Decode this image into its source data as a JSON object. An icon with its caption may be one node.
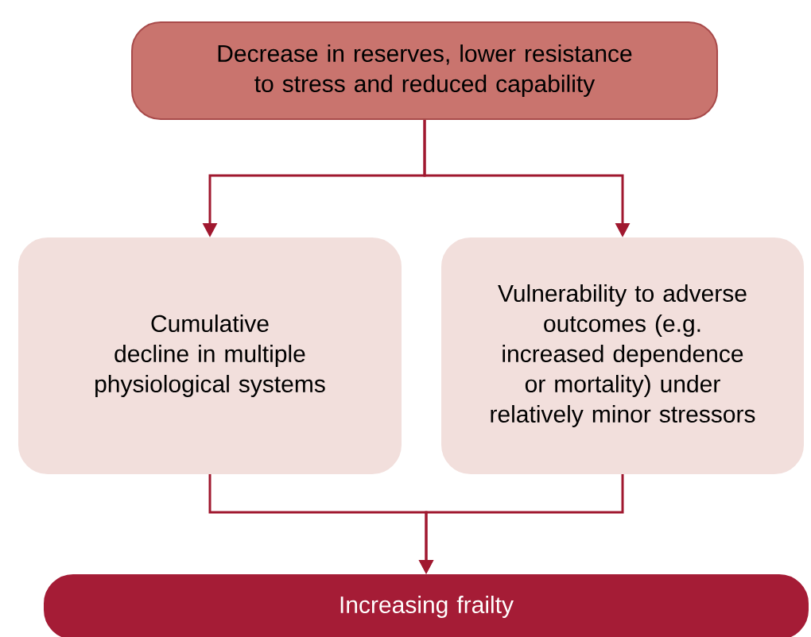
{
  "diagram": {
    "nodes": [
      {
        "text": [
          "Decrease in reserves, lower resistance to stress and reduced capability"
        ]
      },
      {
        "text": [
          "Cumulative decline in multiple physiological systems"
        ]
      },
      {
        "text": [
          "Vulnerability to adverse outcomes (e.g. increased dependence or mortality) under relatively minor stressors"
        ]
      },
      {
        "text": [
          "Increasing frailty"
        ]
      }
    ],
    "edges": [
      {
        "from": 0,
        "to": 1,
        "arrow": "to"
      },
      {
        "from": 0,
        "to": 2,
        "arrow": "to"
      },
      {
        "from": 1,
        "to": 3,
        "arrow": "to"
      },
      {
        "from": 2,
        "to": 3,
        "arrow": "to"
      }
    ]
  }
}
